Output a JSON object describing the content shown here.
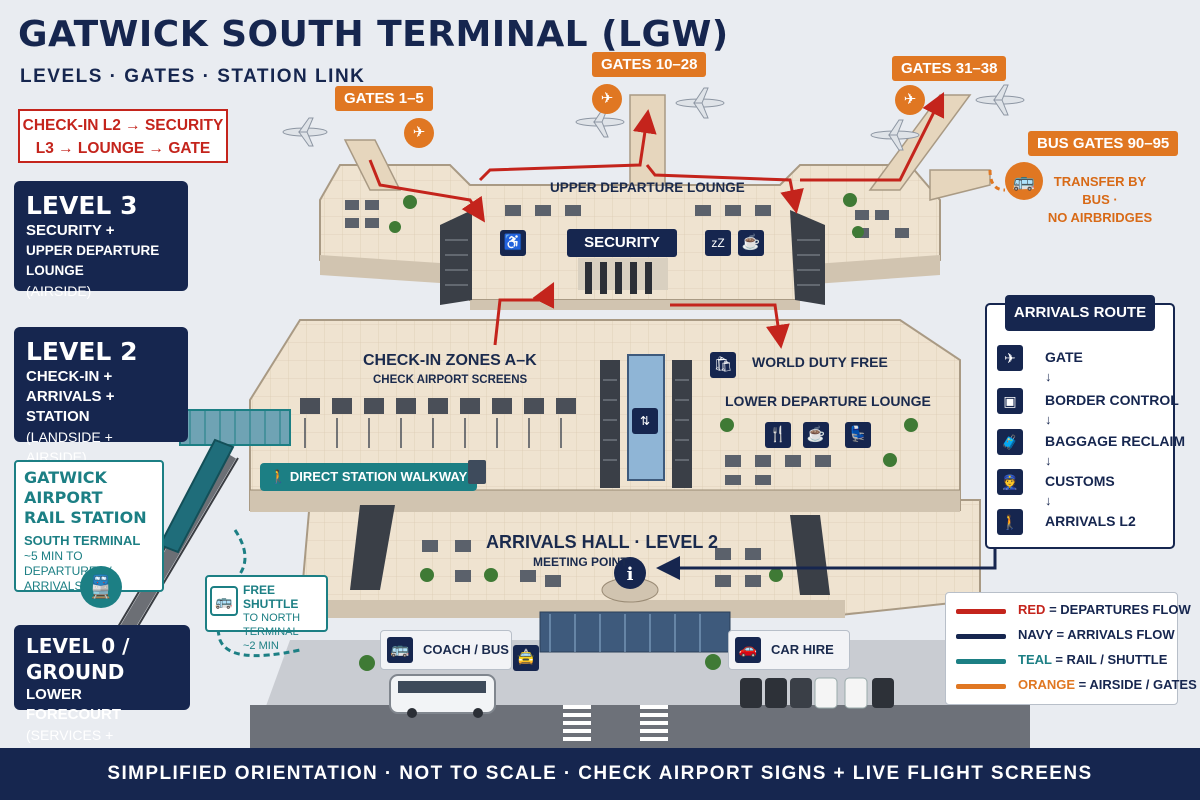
{
  "header": {
    "title": "GATWICK SOUTH TERMINAL (LGW)",
    "subtitle": "LEVELS · GATES · STATION LINK"
  },
  "flow_box": {
    "line1": "CHECK-IN L2 → SECURITY",
    "line2": "L3 → LOUNGE → GATE"
  },
  "levels": {
    "level3": {
      "heading": "LEVEL 3",
      "line1": "SECURITY +",
      "line2": "UPPER DEPARTURE LOUNGE",
      "note": "(AIRSIDE)"
    },
    "level2": {
      "heading": "LEVEL 2",
      "line1": "CHECK-IN + ARRIVALS +",
      "line2": "STATION",
      "note": "(LANDSIDE + AIRSIDE)"
    },
    "level0": {
      "heading": "LEVEL 0 / GROUND",
      "line1": "LOWER FORECOURT",
      "note": "(SERVICES + TRANSPORT)"
    }
  },
  "rail_station": {
    "title_line1": "GATWICK AIRPORT",
    "title_line2": "RAIL STATION",
    "sub": "SOUTH TERMINAL",
    "note_line1": "~5 MIN TO DEPARTURES /",
    "note_line2": "ARRIVALS",
    "icon": "train-icon"
  },
  "shuttle": {
    "line1": "FREE SHUTTLE",
    "line2": "TO NORTH TERMINAL",
    "line3": "~2 MIN",
    "icon": "shuttle-bus-icon"
  },
  "gates": {
    "g1": "GATES 1–5",
    "g2": "GATES 10–28",
    "g3": "GATES 31–38",
    "bus": "BUS GATES 90–95",
    "bus_note_line1": "TRANSFER BY BUS ·",
    "bus_note_line2": "NO AIRBRIDGES"
  },
  "map_labels": {
    "upper_lounge": "UPPER DEPARTURE LOUNGE",
    "security": "SECURITY",
    "checkin": "CHECK-IN ZONES A–K",
    "checkin_sub": "CHECK AIRPORT SCREENS",
    "duty_free": "WORLD DUTY FREE",
    "lower_lounge": "LOWER DEPARTURE LOUNGE",
    "walkway": "DIRECT STATION WALKWAY",
    "arrivals_hall": "ARRIVALS HALL · LEVEL 2",
    "meeting_point": "MEETING POINT",
    "coach": "COACH / BUS",
    "car_hire": "CAR HIRE"
  },
  "arrivals_route": {
    "heading": "ARRIVALS ROUTE",
    "steps": [
      {
        "label": "GATE",
        "icon": "plane-icon"
      },
      {
        "label": "BORDER CONTROL",
        "icon": "passport-icon"
      },
      {
        "label": "BAGGAGE RECLAIM",
        "icon": "luggage-icon"
      },
      {
        "label": "CUSTOMS",
        "icon": "customs-officer-icon"
      },
      {
        "label": "ARRIVALS L2",
        "icon": "person-icon"
      }
    ]
  },
  "legend": {
    "items": [
      {
        "key": "RED",
        "desc": " = DEPARTURES FLOW",
        "color": "#c4241c"
      },
      {
        "key": "NAVY",
        "desc": " = ARRIVALS FLOW",
        "color": "#16264f"
      },
      {
        "key": "TEAL",
        "desc": " = RAIL / SHUTTLE",
        "color": "#1c7f84"
      },
      {
        "key": "ORANGE",
        "desc": " = AIRSIDE / GATES",
        "color": "#e07722"
      }
    ]
  },
  "footer": {
    "text": "SIMPLIFIED ORIENTATION · NOT TO SCALE · CHECK AIRPORT SIGNS + LIVE FLIGHT SCREENS"
  },
  "colors": {
    "navy": "#16264f",
    "red": "#c4241c",
    "teal": "#1c7f84",
    "orange": "#e07722",
    "floor": "#eee1cd"
  }
}
